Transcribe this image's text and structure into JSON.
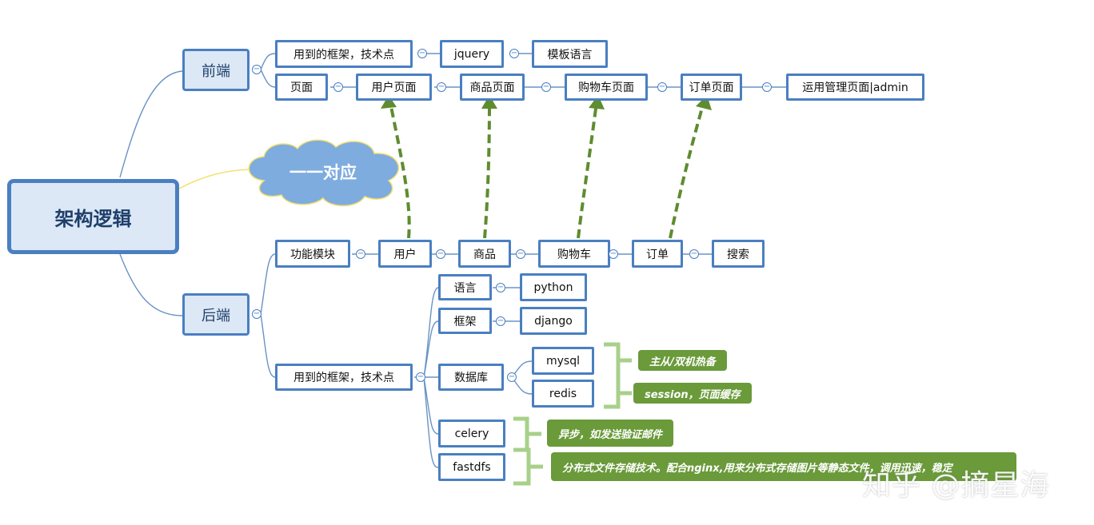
{
  "root": {
    "label": "架构逻辑"
  },
  "cloud": {
    "label": "一一对应"
  },
  "frontend": {
    "label": "前端",
    "tech": {
      "label": "用到的框架，技术点",
      "items": [
        "jquery",
        "模板语言"
      ]
    },
    "pages": {
      "label": "页面",
      "items": [
        "用户页面",
        "商品页面",
        "购物车页面",
        "订单页面",
        "运用管理页面|admin"
      ]
    }
  },
  "backend": {
    "label": "后端",
    "modules": {
      "label": "功能模块",
      "items": [
        "用户",
        "商品",
        "购物车",
        "订单",
        "搜索"
      ]
    },
    "tech": {
      "label": "用到的框架，技术点",
      "language": {
        "label": "语言",
        "value": "python"
      },
      "framework": {
        "label": "框架",
        "value": "django"
      },
      "database": {
        "label": "数据库",
        "items": [
          "mysql",
          "redis"
        ]
      },
      "celery": {
        "label": "celery"
      },
      "fastdfs": {
        "label": "fastdfs"
      }
    }
  },
  "notes": {
    "mysql": "主从/双机热备",
    "redis": "session，页面缓存",
    "celery": "异步，如发送验证邮件",
    "fastdfs": "分布式文件存储技术。配合nginx,用来分布式存储图片等静态文件，调用迅速，稳定"
  },
  "watermark": "知乎 @摘星海",
  "toggle_glyph": "−",
  "colors": {
    "node_border": "#4a7fc1",
    "node_fill_blue": "#dce8f6",
    "connector": "#6a93c5",
    "arrow": "#5e8c2f",
    "note_fill": "#6a9a3a",
    "bracket": "#a8d08a",
    "cloud_fill": "#7eacdf",
    "cloud_link": "#f5e070"
  }
}
